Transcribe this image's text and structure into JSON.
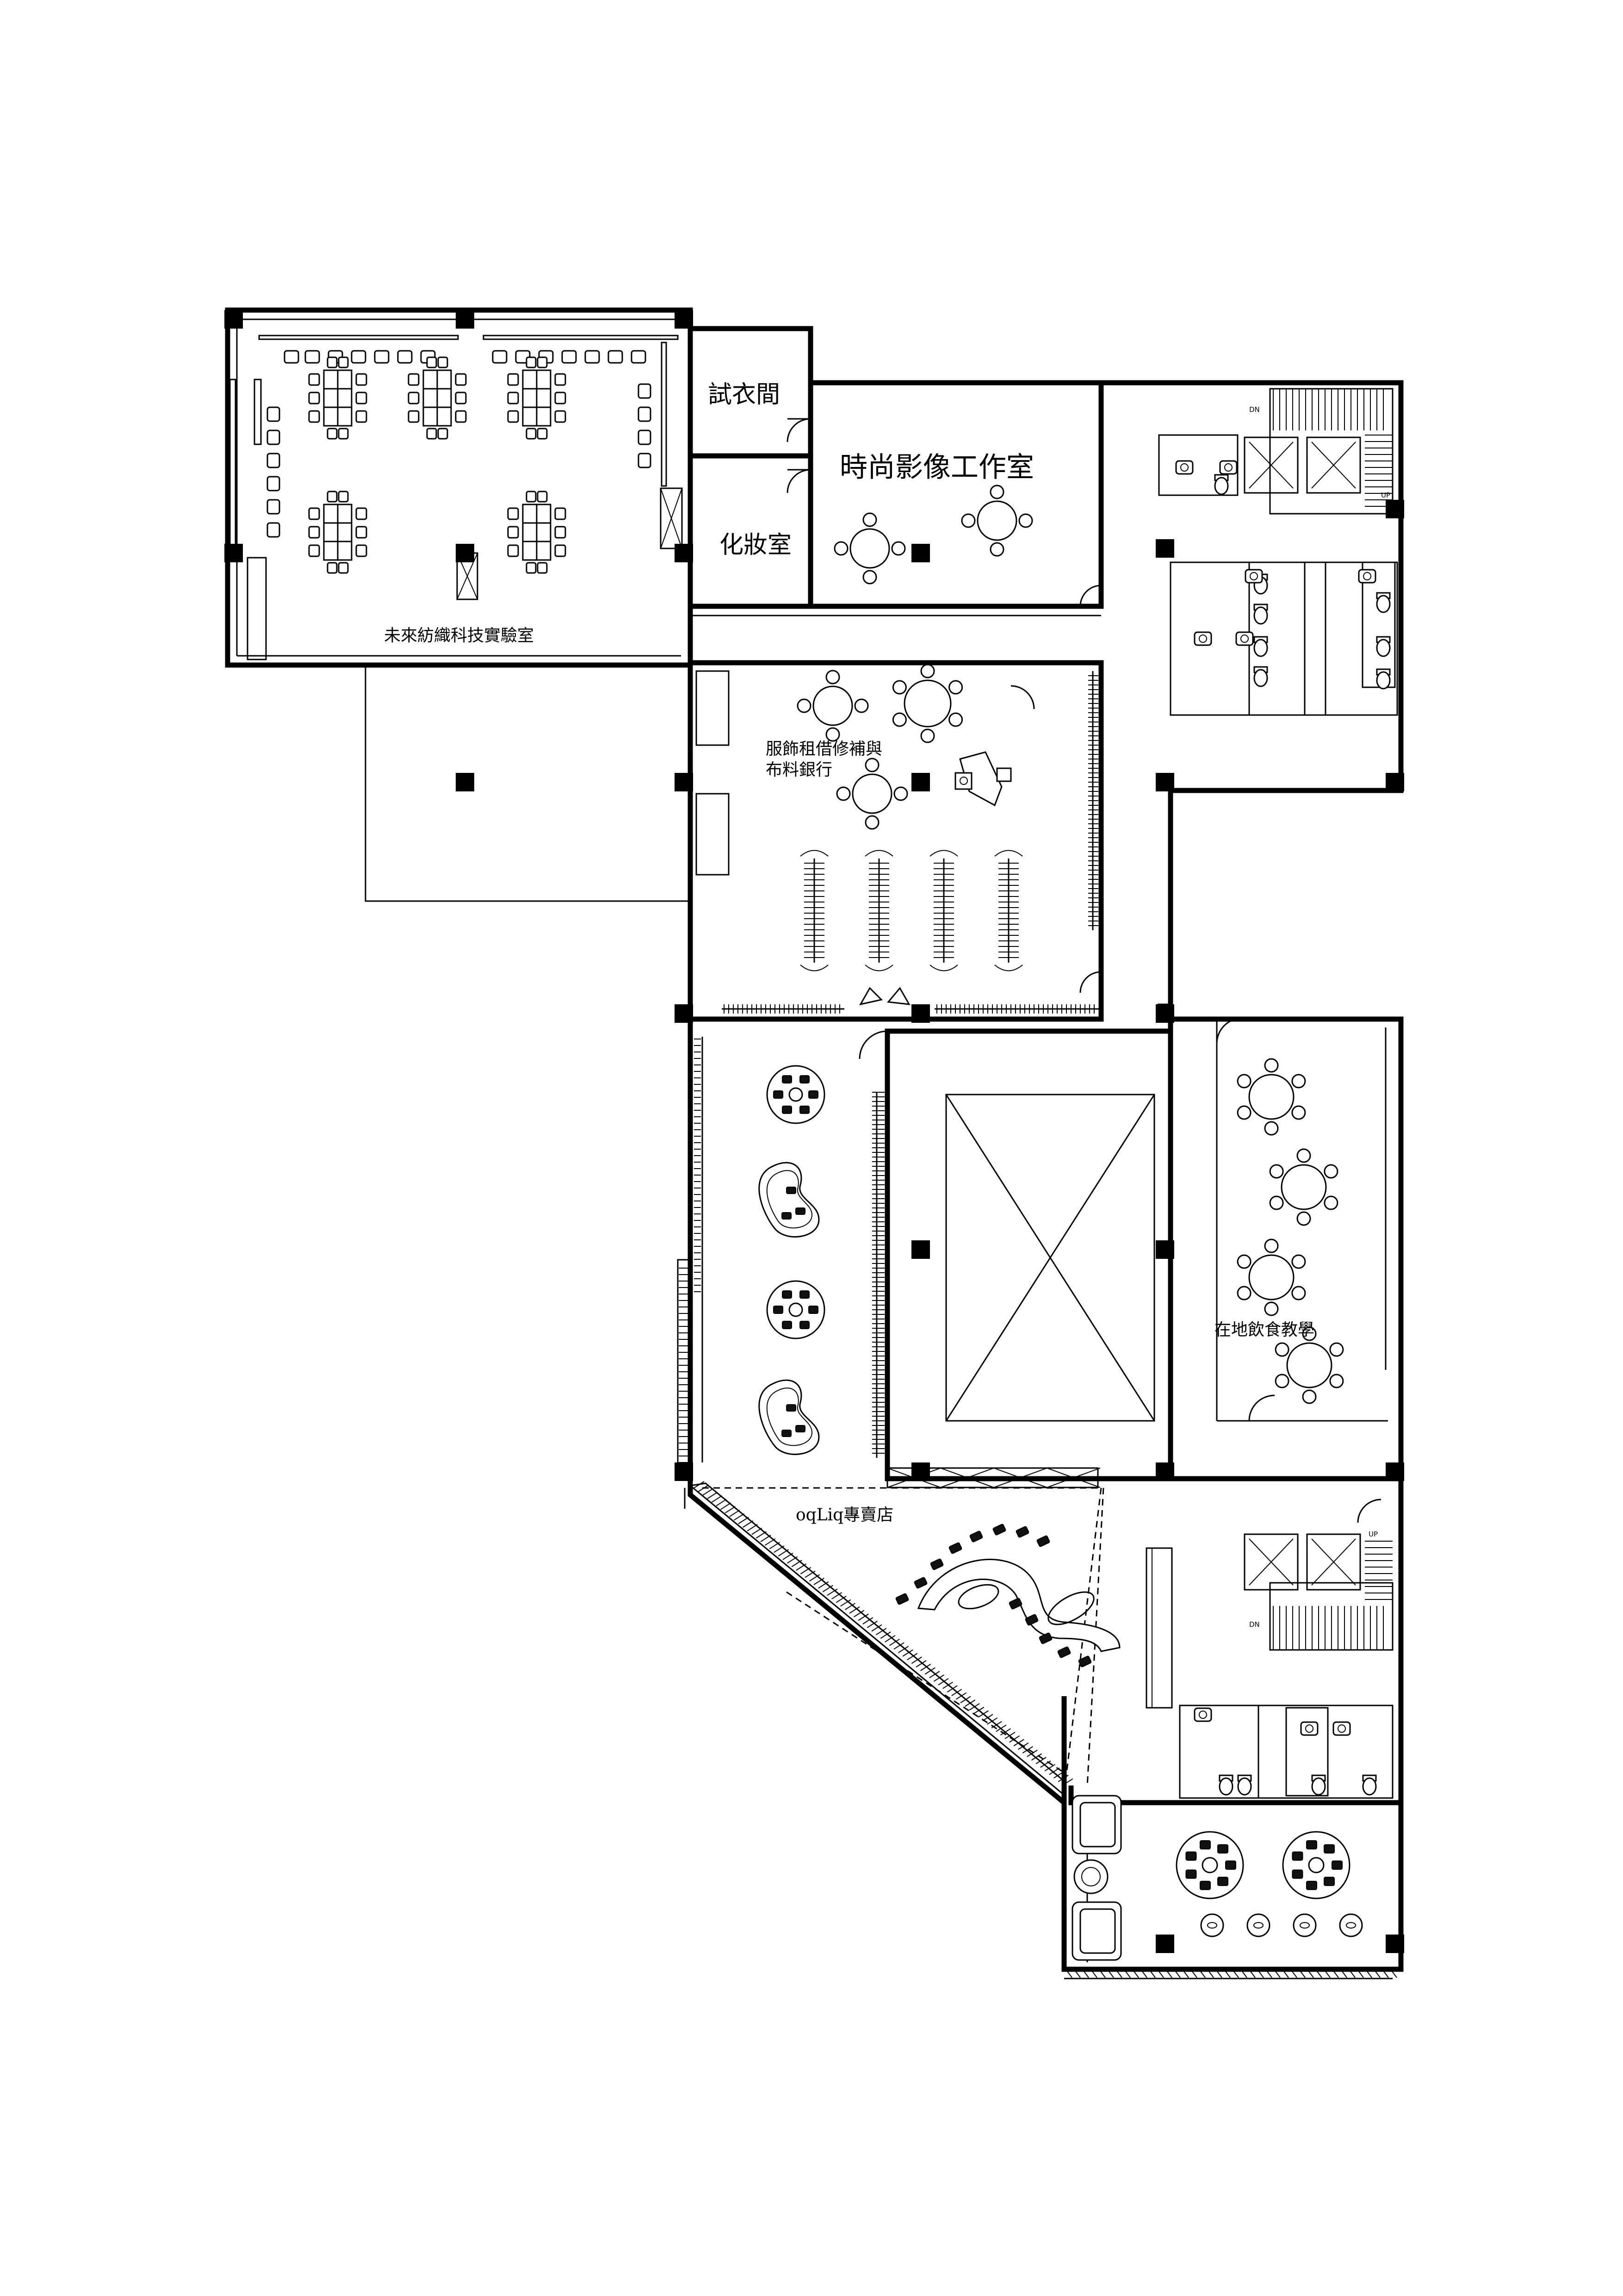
{
  "rooms": {
    "fitting_room": "試衣間",
    "makeup_room": "化妝室",
    "fashion_studio": "時尚影像工作室",
    "textile_lab": "未來紡織科技實驗室",
    "rental_repair_line1": "服飾租借修補與",
    "rental_repair_line2": "布料銀行",
    "local_food": "在地飲食教學",
    "store": "oqLiq專賣店"
  },
  "stairs": {
    "upper_dn": "DN",
    "upper_up": "UP",
    "lower_up": "UP",
    "lower_dn": "DN"
  }
}
